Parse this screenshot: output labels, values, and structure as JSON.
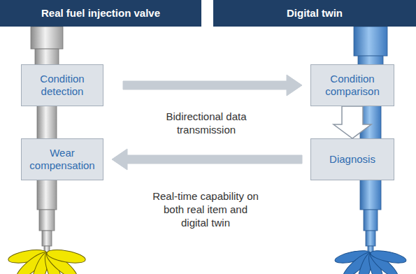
{
  "diagram": {
    "nodes": [
      {
        "text": [
          "Real fuel injection valve"
        ]
      },
      {
        "text": [
          "Digital twin"
        ]
      },
      {
        "text": [
          "Condition detection"
        ]
      },
      {
        "text": [
          "Condition comparison"
        ]
      },
      {
        "text": [
          "Diagnosis"
        ]
      },
      {
        "text": [
          "Wear compensation"
        ]
      }
    ],
    "edges": [
      {
        "from": 2,
        "to": 3,
        "arrow": "to"
      },
      {
        "from": 3,
        "to": 4,
        "arrow": "to"
      },
      {
        "from": 4,
        "to": 5,
        "arrow": "to"
      }
    ],
    "labels": [
      "Bidirectional data transmission",
      "Real-time capability on both real item and digital twin"
    ]
  }
}
